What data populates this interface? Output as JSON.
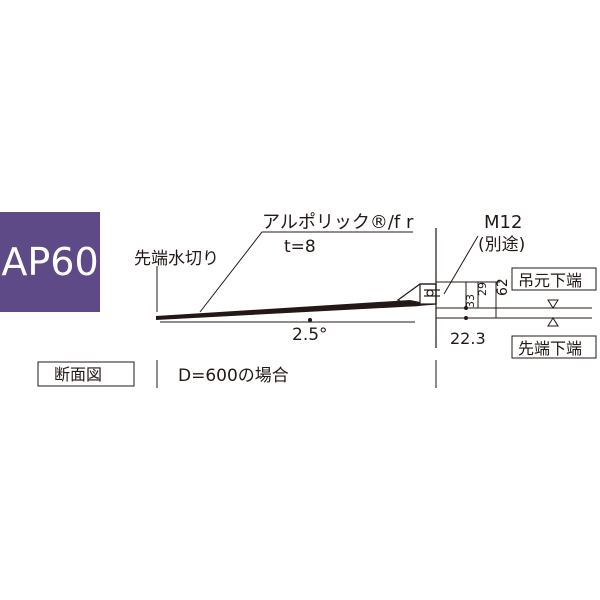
{
  "badge": {
    "label": "AP60",
    "color": "#5e4a86"
  },
  "labels": {
    "tip_drip": "先端水切り",
    "material": "アルポリック®/f r",
    "thickness": "t=8",
    "bolt": "M12",
    "bolt_note": "(別途)",
    "slope": "2.5°",
    "dim_33": "33",
    "dim_29": "29",
    "dim_62": "62",
    "dim_22_3": "22.3",
    "hang_bottom": "吊元下端",
    "tip_bottom": "先端下端",
    "section_view": "断面図",
    "depth": "D=600の場合"
  },
  "colors": {
    "line": "#231815",
    "background": "#ffffff"
  }
}
